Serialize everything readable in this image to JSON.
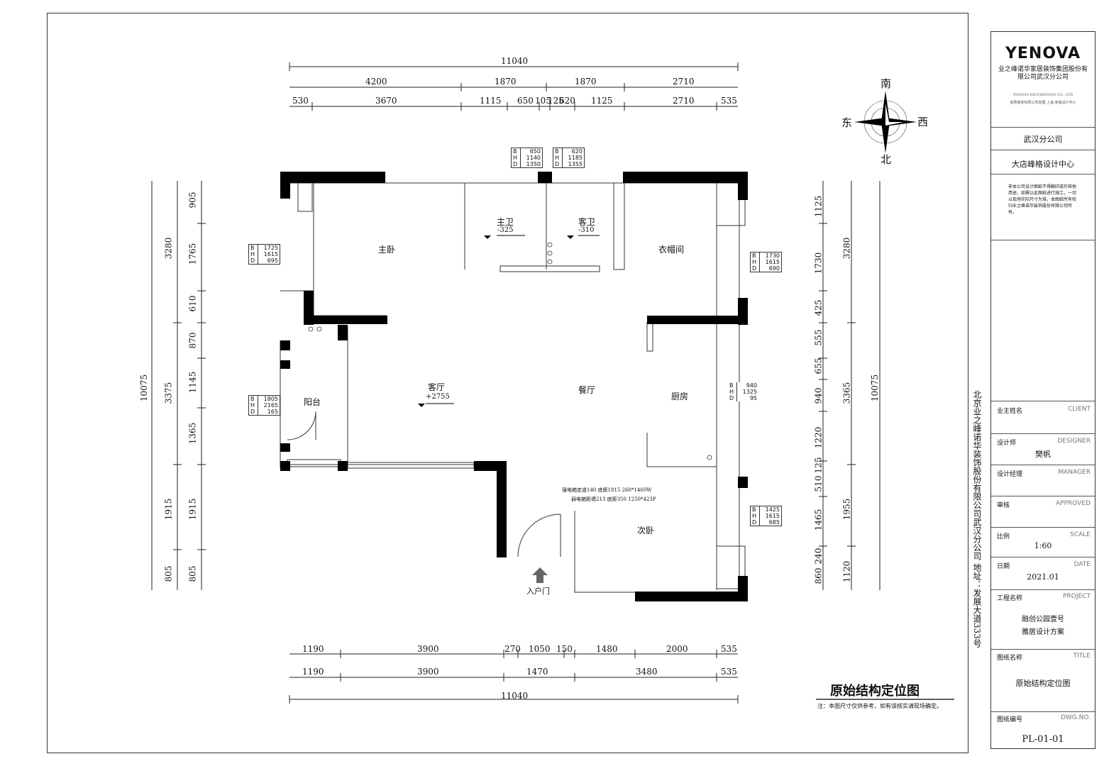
{
  "top_dims": {
    "overall": "11040",
    "row1": [
      "4200",
      "1870",
      "1870",
      "2710"
    ],
    "row2": [
      "530",
      "3670",
      "1115",
      "650",
      "105",
      "125",
      "620",
      "1125",
      "2710",
      "535"
    ]
  },
  "bottom_dims": {
    "overall": "11040",
    "row1": [
      "1190",
      "3900",
      "270",
      "1050",
      "150",
      "1480",
      "2000",
      "535"
    ],
    "row2": [
      "1190",
      "3900",
      "1470",
      "3480",
      "535"
    ]
  },
  "left_dims": {
    "overall": "10075",
    "outer": [
      "3280",
      "3375",
      "1915",
      "805"
    ],
    "inner": [
      "905",
      "1765",
      "610",
      "870",
      "1145",
      "1365",
      "1915",
      "805"
    ]
  },
  "right_dims": {
    "overall": "10075",
    "outer": [
      "3280",
      "3365",
      "1955",
      "1120"
    ],
    "inner": [
      "1125",
      "1730",
      "425",
      "555",
      "655",
      "940",
      "1220",
      "125",
      "510",
      "1465",
      "240",
      "860"
    ]
  },
  "rooms": {
    "master_bedroom": "主卧",
    "master_bath": "主卫",
    "master_bath_level": "-325",
    "guest_bath": "客卫",
    "guest_bath_level": "-310",
    "cloakroom": "衣帽间",
    "balcony": "阳台",
    "living_room": "客厅",
    "living_level": "+2755",
    "dining": "餐厅",
    "kitchen": "厨房",
    "second_bedroom": "次卧",
    "entrance": "入户门"
  },
  "windows": {
    "w_bath1": {
      "B": "650",
      "H": "1140",
      "D": "1350"
    },
    "w_bath2": {
      "B": "620",
      "H": "1185",
      "D": "1355"
    },
    "w_master": {
      "B": "1725",
      "H": "1615",
      "D": "695"
    },
    "w_cloak": {
      "B": "1730",
      "H": "1615",
      "D": "690"
    },
    "w_balcony": {
      "B": "1805",
      "H": "2165",
      "D": "165"
    },
    "w_kitchen": {
      "B": "940",
      "H": "1325",
      "D": "95"
    },
    "w_second": {
      "B": "1425",
      "H": "1615",
      "D": "685"
    }
  },
  "annotations": {
    "meter_line1": "强电箱走道140 底距1815 260*1460W",
    "meter_line2": "弱电箱距墙213 底距350 1250*423P"
  },
  "compass": {
    "south": "南",
    "east": "东",
    "west": "西",
    "north": "北"
  },
  "drawing_title": "原始结构定位图",
  "drawing_note": "注：本图尺寸仅供参考，如有误核实请现场确定。",
  "side_text": "北京业之峰诺华装饰股份有限公司武汉分公司  地址：发展大道333号",
  "title_block": {
    "logo": "YENOVA",
    "company_cn": "业之峰诺华家居装饰集团股份有限公司武汉分公司",
    "company_en": "YENOVA DECORATION CO., LTD",
    "company_sub": "家居装饰有限公司发展 上海 家装设计中心",
    "branch": "武汉分公司",
    "center": "大店峰格设计中心",
    "notice": "非本公司设计图纸不得翻印或作其他用途，如需以此图纸进行施工，一切以现场实际尺寸为准，本图纸所有权归业之峰诺华装饰股份有限公司所有。",
    "rows": [
      {
        "cn": "业主姓名",
        "en": "CLIENT",
        "val": ""
      },
      {
        "cn": "设计师",
        "en": "DESIGNER",
        "val": "樊帆"
      },
      {
        "cn": "设计经理",
        "en": "MANAGER",
        "val": ""
      },
      {
        "cn": "审核",
        "en": "APPROVED",
        "val": ""
      },
      {
        "cn": "比例",
        "en": "SCALE",
        "val": "1:60"
      },
      {
        "cn": "日期",
        "en": "DATE",
        "val": "2021.01"
      },
      {
        "cn": "工程名称",
        "en": "PROJECT",
        "val": "融创公园壹号\n雅居设计方案"
      },
      {
        "cn": "图纸名称",
        "en": "TITLE",
        "val": "原始结构定位图"
      },
      {
        "cn": "图纸编号",
        "en": "DWG.NO.",
        "val": "PL-01-01"
      }
    ]
  }
}
